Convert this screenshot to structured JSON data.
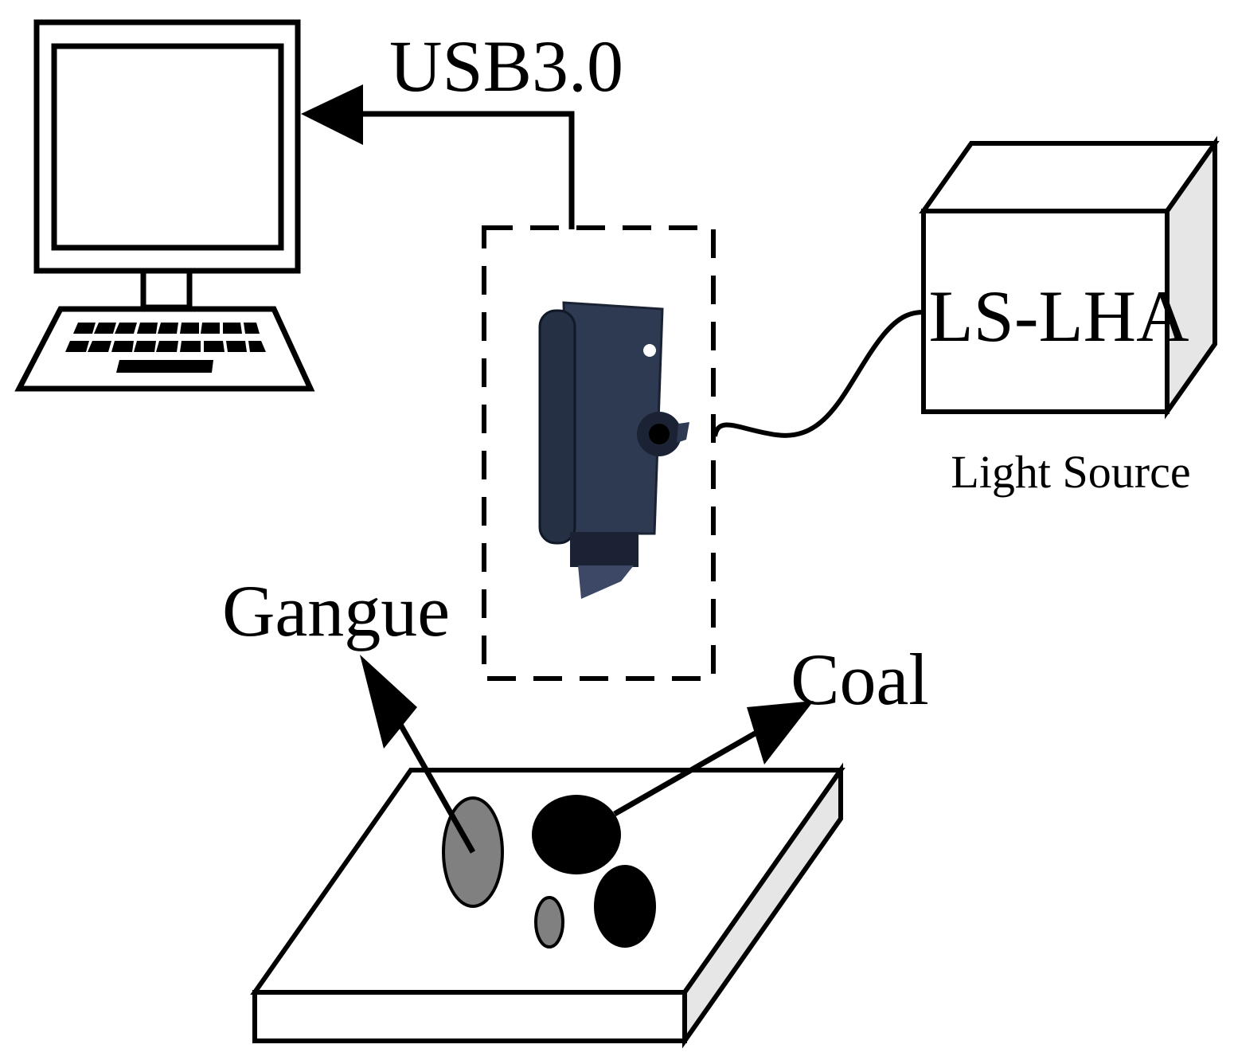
{
  "labels": {
    "usb": "USB3.0",
    "ls_lha": "LS-LHA",
    "light_source": "Light Source",
    "gangue": "Gangue",
    "coal": "Coal"
  },
  "colors": {
    "line": "#000000",
    "background": "#ffffff",
    "camera_body": "#2e3a52",
    "camera_grip": "#253044",
    "camera_lens": "#1a2233",
    "side_face": "#e6e6e6",
    "gangue": "#808080",
    "coal": "#000000"
  },
  "icons": {
    "computer": "desktop-computer-icon",
    "keyboard": "keyboard-icon",
    "camera": "industrial-camera-icon",
    "light_source": "light-source-box-icon",
    "conveyor": "conveyor-platform-icon"
  }
}
